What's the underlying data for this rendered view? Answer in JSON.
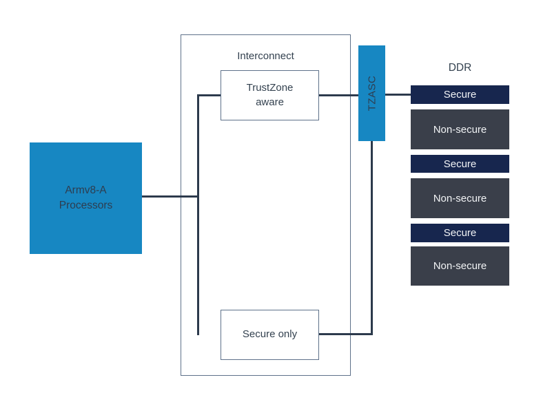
{
  "colors": {
    "blue": "#1787C2",
    "navy": "#17264E",
    "dark_gray": "#3A3F4A",
    "line": "#2C3A4C",
    "border": "#5D7089",
    "text_dark": "#33414F",
    "text_on_blue": "#2E3D50",
    "text_light": "#F2F4F6"
  },
  "processor": {
    "label": "Armv8-A Processors"
  },
  "interconnect": {
    "label": "Interconnect",
    "nodes": [
      {
        "label": "TrustZone aware"
      },
      {
        "label": "Secure only"
      }
    ]
  },
  "tzasc": {
    "label": "TZASC"
  },
  "ddr": {
    "label": "DDR",
    "regions": [
      {
        "label": "Secure",
        "type": "secure"
      },
      {
        "label": "Non-secure",
        "type": "non-secure"
      },
      {
        "label": "Secure",
        "type": "secure"
      },
      {
        "label": "Non-secure",
        "type": "non-secure"
      },
      {
        "label": "Secure",
        "type": "secure"
      },
      {
        "label": "Non-secure",
        "type": "non-secure"
      }
    ]
  }
}
